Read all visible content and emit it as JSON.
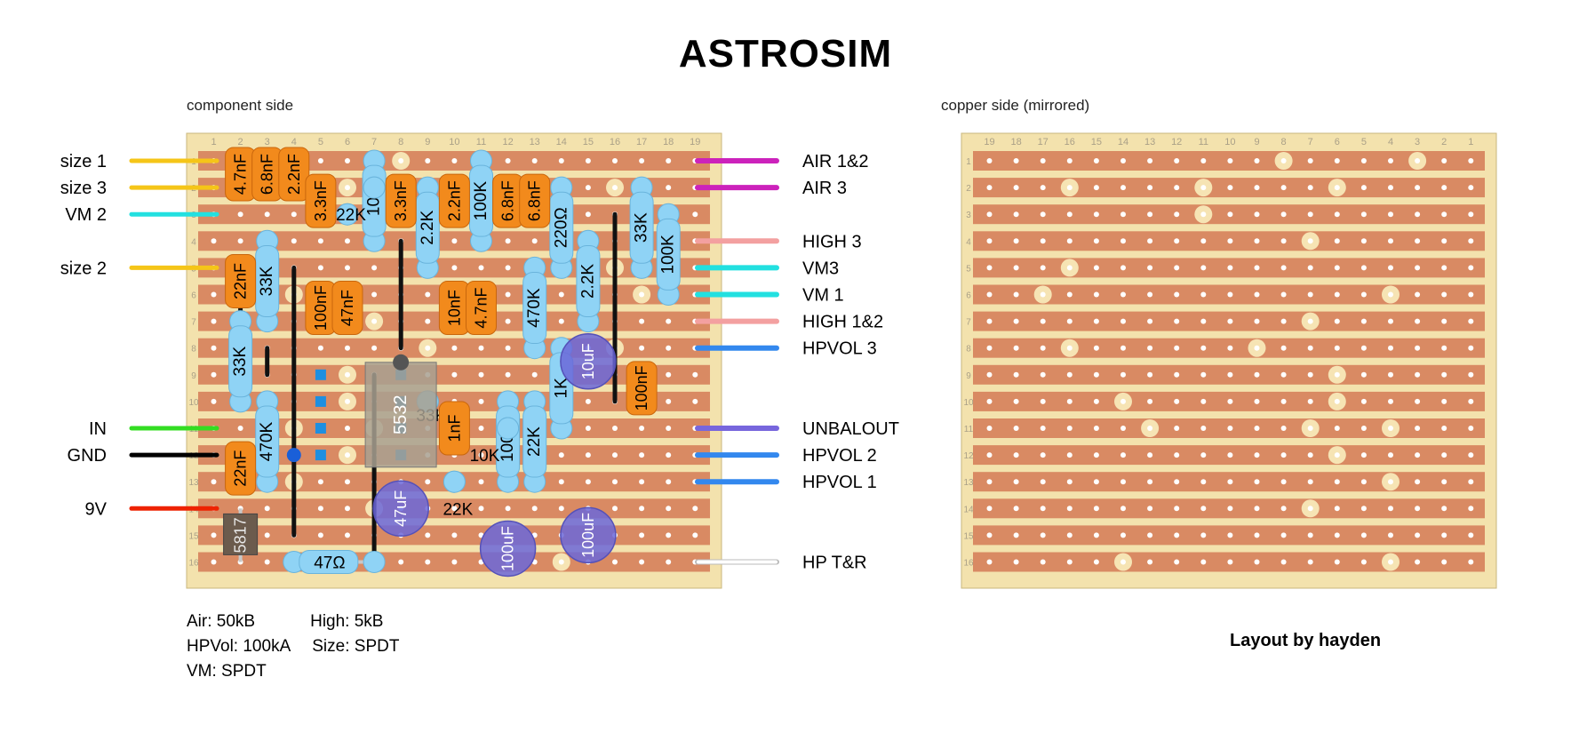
{
  "title": "ASTROSIM",
  "component_side_label": "component side",
  "copper_side_label": "copper side (mirrored)",
  "credit": "Layout by hayden",
  "notes": {
    "air": "Air: 50kB",
    "high": "High: 5kB",
    "hpvol": "HPVol: 100kA",
    "size": "Size: SPDT",
    "vm": "VM: SPDT"
  },
  "board": {
    "columns": [
      "1",
      "2",
      "3",
      "4",
      "5",
      "6",
      "7",
      "8",
      "9",
      "10",
      "11",
      "12",
      "13",
      "14",
      "15",
      "16",
      "17",
      "18",
      "19"
    ],
    "rows": [
      "1",
      "2",
      "3",
      "4",
      "5",
      "6",
      "7",
      "8",
      "9",
      "10",
      "11",
      "12",
      "13",
      "14",
      "15",
      "16"
    ],
    "colors": {
      "board": "#f3e2ad",
      "strip": "#d98a63",
      "hole": "#ffffff",
      "cut": "#f6e4b4"
    }
  },
  "left_wires": [
    {
      "label": "size 1",
      "row": 1,
      "color": "#f5c518"
    },
    {
      "label": "size 3",
      "row": 2,
      "color": "#f5c518"
    },
    {
      "label": "VM 2",
      "row": 3,
      "color": "#22e0e0"
    },
    {
      "label": "size 2",
      "row": 5,
      "color": "#f5c518"
    },
    {
      "label": "IN",
      "row": 11,
      "color": "#33dd22"
    },
    {
      "label": "GND",
      "row": 12,
      "color": "#000000"
    },
    {
      "label": "9V",
      "row": 14,
      "color": "#ee2200"
    }
  ],
  "right_wires": [
    {
      "label": "AIR 1&2",
      "row": 1,
      "color": "#cc22bb"
    },
    {
      "label": "AIR 3",
      "row": 2,
      "color": "#cc22bb"
    },
    {
      "label": "HIGH 3",
      "row": 4,
      "color": "#f3a0a0"
    },
    {
      "label": "VM3",
      "row": 5,
      "color": "#22e0e0"
    },
    {
      "label": "VM 1",
      "row": 6,
      "color": "#22e0e0"
    },
    {
      "label": "HIGH 1&2",
      "row": 7,
      "color": "#f3a0a0"
    },
    {
      "label": "HPVOL 3",
      "row": 8,
      "color": "#3388ee"
    },
    {
      "label": "UNBALOUT",
      "row": 11,
      "color": "#7766dd"
    },
    {
      "label": "HPVOL 2",
      "row": 12,
      "color": "#3388ee"
    },
    {
      "label": "HPVOL 1",
      "row": 13,
      "color": "#3388ee"
    },
    {
      "label": "HP T&R",
      "row": 16,
      "color": "#ffffff"
    }
  ],
  "cuts": [
    {
      "col": 3,
      "row": 1
    },
    {
      "col": 8,
      "row": 1
    },
    {
      "col": 16,
      "row": 2
    },
    {
      "col": 6,
      "row": 2
    },
    {
      "col": 11,
      "row": 2
    },
    {
      "col": 11,
      "row": 3
    },
    {
      "col": 7,
      "row": 4
    },
    {
      "col": 16,
      "row": 5
    },
    {
      "col": 17,
      "row": 6
    },
    {
      "col": 4,
      "row": 6
    },
    {
      "col": 7,
      "row": 7
    },
    {
      "col": 16,
      "row": 8
    },
    {
      "col": 9,
      "row": 8
    },
    {
      "col": 6,
      "row": 9
    },
    {
      "col": 6,
      "row": 10
    },
    {
      "col": 14,
      "row": 10
    },
    {
      "col": 13,
      "row": 11
    },
    {
      "col": 7,
      "row": 11
    },
    {
      "col": 4,
      "row": 11
    },
    {
      "col": 6,
      "row": 12
    },
    {
      "col": 4,
      "row": 13
    },
    {
      "col": 7,
      "row": 14
    },
    {
      "col": 14,
      "row": 16
    },
    {
      "col": 4,
      "row": 16
    }
  ],
  "caps": [
    {
      "label": "4.7nF",
      "col": 2,
      "row": 1
    },
    {
      "label": "6.8nF",
      "col": 3,
      "row": 1
    },
    {
      "label": "2.2nF",
      "col": 4,
      "row": 1
    },
    {
      "label": "3.3nF",
      "col": 5,
      "row": 2
    },
    {
      "label": "3.3nF",
      "col": 8,
      "row": 2
    },
    {
      "label": "2.2nF",
      "col": 10,
      "row": 2
    },
    {
      "label": "6.8nF",
      "col": 12,
      "row": 2
    },
    {
      "label": "6.8nF",
      "col": 13,
      "row": 2
    },
    {
      "label": "22nF",
      "col": 2,
      "row": 5
    },
    {
      "label": "100nF",
      "col": 5,
      "row": 6
    },
    {
      "label": "47nF",
      "col": 6,
      "row": 6
    },
    {
      "label": "10nF",
      "col": 10,
      "row": 6
    },
    {
      "label": "4.7nF",
      "col": 11,
      "row": 6
    },
    {
      "label": "100nF",
      "col": 17,
      "row": 9
    },
    {
      "label": "1nF",
      "col": 10,
      "row": 10.5
    },
    {
      "label": "22nF",
      "col": 2,
      "row": 12
    }
  ],
  "resistors": [
    {
      "label": "10K",
      "col": 7,
      "row": 1,
      "row2": 4
    },
    {
      "label": "2.2K",
      "col": 9,
      "row": 2,
      "row2": 5
    },
    {
      "label": "100K",
      "col": 11,
      "row": 1,
      "row2": 4
    },
    {
      "label": "220Ω",
      "col": 14,
      "row": 2,
      "row2": 5
    },
    {
      "label": "33K",
      "col": 17,
      "row": 2,
      "row2": 5
    },
    {
      "label": "100K",
      "col": 18,
      "row": 3,
      "row2": 6
    },
    {
      "label": "33K",
      "col": 3,
      "row": 4,
      "row2": 7
    },
    {
      "label": "470K",
      "col": 13,
      "row": 5,
      "row2": 8
    },
    {
      "label": "2.2K",
      "col": 15,
      "row": 4,
      "row2": 7
    },
    {
      "label": "33K",
      "col": 2,
      "row": 7,
      "row2": 10
    },
    {
      "label": "1K",
      "col": 14,
      "row": 8,
      "row2": 11
    },
    {
      "label": "470K",
      "col": 3,
      "row": 10,
      "row2": 13
    },
    {
      "label": "22K",
      "col": 13,
      "row": 10,
      "row2": 13
    },
    {
      "label": "100Ω",
      "col": 12,
      "row": 10,
      "row2": 13
    }
  ],
  "resistor_texts": [
    {
      "label": "22K",
      "col": 6,
      "row": 3
    },
    {
      "label": "33K",
      "col": 9,
      "row": 10.5
    },
    {
      "label": "10K",
      "col": 11,
      "row": 12
    },
    {
      "label": "22K",
      "col": 10,
      "row": 14
    },
    {
      "label": "47Ω",
      "col": 5,
      "row": 16
    }
  ],
  "electrolytics": [
    {
      "label": "10uF",
      "col": 15,
      "row": 8.5
    },
    {
      "label": "47uF",
      "col": 8,
      "row": 14
    },
    {
      "label": "100uF",
      "col": 12,
      "row": 15.5
    },
    {
      "label": "100uF",
      "col": 15,
      "row": 15
    }
  ],
  "ic": {
    "label": "5532",
    "col": 7,
    "row": 11
  },
  "diode": {
    "label": "5817",
    "col": 2,
    "row": 15
  },
  "links": [
    {
      "col": 2,
      "row": 6,
      "row2": 10
    },
    {
      "col": 4,
      "row": 5,
      "row2": 15
    },
    {
      "col": 3,
      "row": 8,
      "row2": 9
    },
    {
      "col": 8,
      "row": 4,
      "row2": 8
    },
    {
      "col": 7,
      "row": 9,
      "row2": 16
    },
    {
      "col": 16,
      "row": 3,
      "row2": 10
    }
  ],
  "gnd_dot": {
    "col": 4,
    "row": 12,
    "color": "#1a5fd8"
  }
}
